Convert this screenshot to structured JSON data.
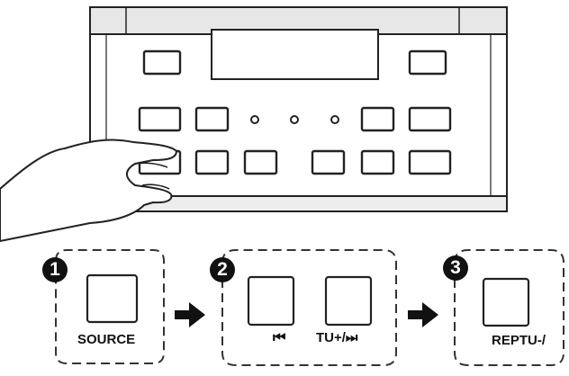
{
  "steps": [
    {
      "number": "1",
      "buttons": [
        {
          "label": "SOURCE"
        }
      ]
    },
    {
      "number": "2",
      "buttons": [
        {
          "label": "⏮",
          "icon": "skip-back-icon"
        },
        {
          "label": "TU+/⏭",
          "icon": "skip-forward-icon"
        }
      ]
    },
    {
      "number": "3",
      "buttons": [
        {
          "label": "REPTU-/"
        }
      ]
    }
  ],
  "arrow_glyph": "➡",
  "colors": {
    "line": "#222222",
    "dash": "#333333",
    "fill": "#ffffff"
  }
}
